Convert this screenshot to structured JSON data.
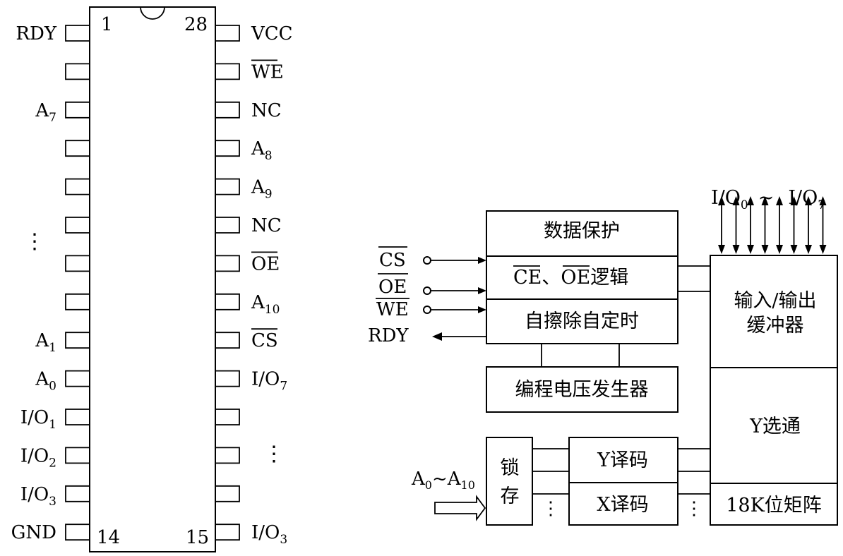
{
  "chip": {
    "pin_first": "1",
    "pin_last": "28",
    "pin_bl": "14",
    "pin_br": "15",
    "left_pins": [
      {
        "text": "RDY"
      },
      {
        "text": ""
      },
      {
        "text": "A",
        "sub": "7"
      },
      {
        "text": ""
      },
      {
        "text": ""
      },
      {
        "text": ""
      },
      {
        "text": ""
      },
      {
        "text": ""
      },
      {
        "text": "A",
        "sub": "1"
      },
      {
        "text": "A",
        "sub": "0"
      },
      {
        "text": "I/O",
        "sub": "1"
      },
      {
        "text": "I/O",
        "sub": "2"
      },
      {
        "text": "I/O",
        "sub": "3"
      },
      {
        "text": "GND"
      }
    ],
    "right_pins": [
      {
        "text": "VCC"
      },
      {
        "text": "WE",
        "over": true
      },
      {
        "text": "NC"
      },
      {
        "text": "A",
        "sub": "8"
      },
      {
        "text": "A",
        "sub": "9"
      },
      {
        "text": "NC"
      },
      {
        "text": "OE",
        "over": true
      },
      {
        "text": "A",
        "sub": "10"
      },
      {
        "text": "CS",
        "over": true
      },
      {
        "text": "I/O",
        "sub": "7"
      },
      {
        "text": ""
      },
      {
        "text": ""
      },
      {
        "text": ""
      },
      {
        "text": "I/O",
        "sub": "3"
      }
    ],
    "left_ellipsis": "⋮",
    "right_ellipsis": "⋮"
  },
  "block": {
    "io_bus_start": "I/O",
    "io_bus_start_sub": "0",
    "io_bus_tilde": "~",
    "io_bus_end": "I/O",
    "io_bus_end_sub": "7",
    "data_protect": "数据保护",
    "ce_oe_ce": "CE",
    "ce_oe_sep": "、",
    "ce_oe_oe": "OE",
    "ce_oe_tail": "逻辑",
    "self_erase": "自擦除自定时",
    "prog_voltage": "编程电压发生器",
    "io_buffer_line1": "输入/输出",
    "io_buffer_line2": "缓冲器",
    "y_gate": "Y选通",
    "y_decode": "Y译码",
    "x_decode": "X译码",
    "bit_matrix": "18K位矩阵",
    "latch_line1": "锁",
    "latch_line2": "存",
    "sig_cs": "CS",
    "sig_oe": "OE",
    "sig_we": "WE",
    "sig_rdy": "RDY",
    "addr_a": "A",
    "addr_sub0": "0",
    "addr_tilde": "~A",
    "addr_sub10": "10",
    "dots": "⋮"
  }
}
